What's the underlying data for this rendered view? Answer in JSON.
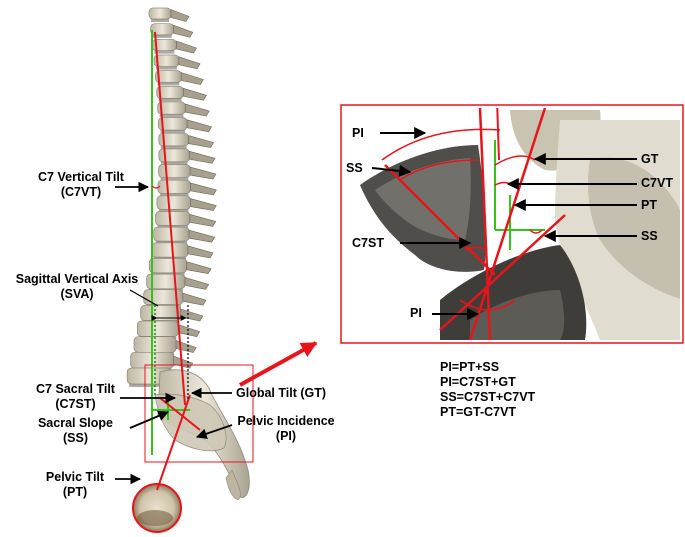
{
  "main_labels": {
    "c7vt_name": "C7 Vertical Tilt",
    "c7vt_abbr": "(C7VT)",
    "sva_name": "Sagittal Vertical Axis",
    "sva_abbr": "(SVA)",
    "c7st_name": "C7 Sacral Tilt",
    "c7st_abbr": "(C7ST)",
    "ss_name": "Sacral Slope",
    "ss_abbr": "(SS)",
    "pt_name": "Pelvic Tilt",
    "pt_abbr": "(PT)",
    "gt_label": "Global Tilt (GT)",
    "pi_name": "Pelvic Incidence",
    "pi_abbr": "(PI)"
  },
  "inset_labels": {
    "pi_top": "PI",
    "ss_left": "SS",
    "c7st": "C7ST",
    "pi_bottom": "PI",
    "gt": "GT",
    "c7vt": "C7VT",
    "pt": "PT",
    "ss_right": "SS"
  },
  "formulas": [
    "PI=PT+SS",
    "PI=C7ST+GT",
    "SS=C7ST+C7VT",
    "PT=GT-C7VT"
  ],
  "colors": {
    "red": "#e8141b",
    "green": "#39c11c",
    "bone": "#d8d2c2",
    "bone_dark": "#5b5953"
  }
}
